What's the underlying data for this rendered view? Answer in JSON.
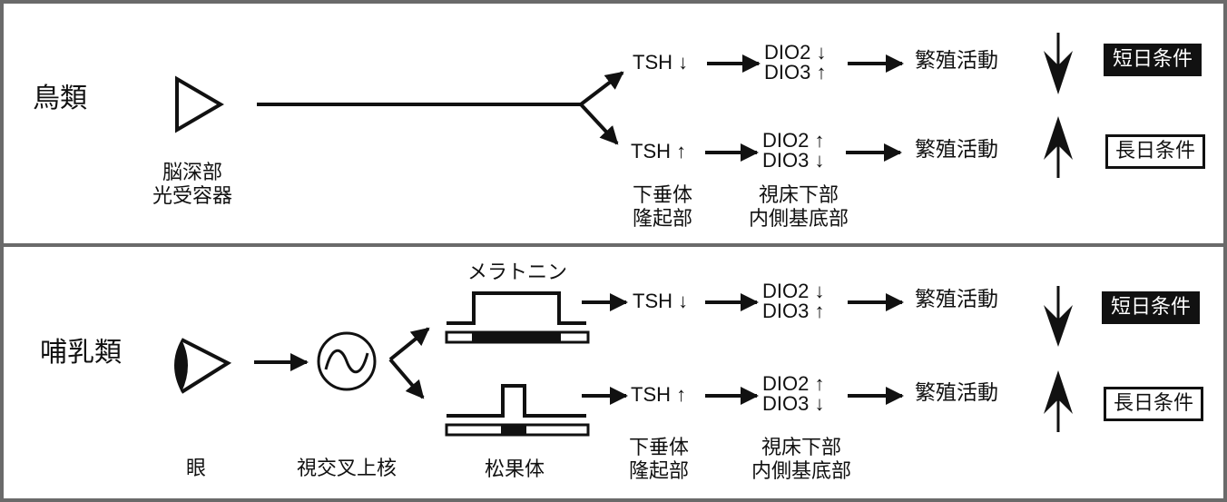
{
  "panels": [
    {
      "class_label": "鳥類",
      "photoreceptor_label_line1": "脳深部",
      "photoreceptor_label_line2": "光受容器",
      "pituitary_label_line1": "下垂体",
      "pituitary_label_line2": "隆起部",
      "hypothalamus_label_line1": "視床下部",
      "hypothalamus_label_line2": "内側基底部",
      "rows": [
        {
          "tsh": "TSH ↓",
          "dio2": "DIO2 ↓",
          "dio3": "DIO3 ↑",
          "outcome": "繁殖活動",
          "trend": "down",
          "condition": "短日条件",
          "condition_style": "filled"
        },
        {
          "tsh": "TSH ↑",
          "dio2": "DIO2 ↑",
          "dio3": "DIO3 ↓",
          "outcome": "繁殖活動",
          "trend": "up",
          "condition": "長日条件",
          "condition_style": "outlined"
        }
      ]
    },
    {
      "class_label": "哺乳類",
      "eye_label": "眼",
      "scn_label": "視交叉上核",
      "melatonin_label": "メラトニン",
      "pineal_label": "松果体",
      "pituitary_label_line1": "下垂体",
      "pituitary_label_line2": "隆起部",
      "hypothalamus_label_line1": "視床下部",
      "hypothalamus_label_line2": "内側基底部",
      "rows": [
        {
          "melatonin_duration": "long",
          "tsh": "TSH ↓",
          "dio2": "DIO2 ↓",
          "dio3": "DIO3 ↑",
          "outcome": "繁殖活動",
          "trend": "down",
          "condition": "短日条件",
          "condition_style": "filled"
        },
        {
          "melatonin_duration": "short",
          "tsh": "TSH ↑",
          "dio2": "DIO2 ↑",
          "dio3": "DIO3 ↓",
          "outcome": "繁殖活動",
          "trend": "up",
          "condition": "長日条件",
          "condition_style": "outlined"
        }
      ]
    }
  ],
  "colors": {
    "frame": "#6a6a6a",
    "ink": "#111111",
    "paper": "#ffffff"
  }
}
